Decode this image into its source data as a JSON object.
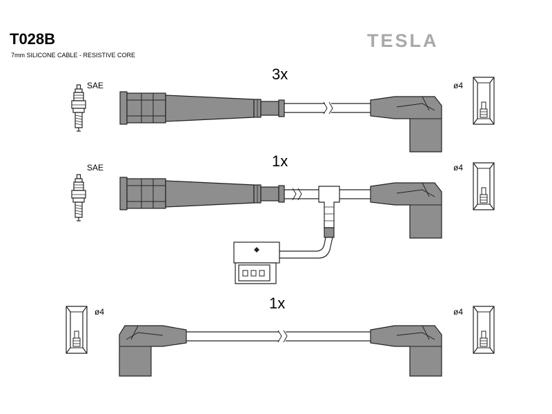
{
  "header": {
    "part_number": "T028B",
    "subtitle": "7mm SILICONE CABLE - RESISTIVE CORE",
    "brand": "TESLA"
  },
  "rows": [
    {
      "quantity": "3x",
      "left_label": "SAE",
      "right_label": "ø4"
    },
    {
      "quantity": "1x",
      "left_label": "SAE",
      "right_label": "ø4"
    },
    {
      "quantity": "1x",
      "left_label": "ø4",
      "right_label": "ø4"
    }
  ],
  "colors": {
    "part_fill": "#8e8e8e",
    "line": "#2a2a2a",
    "brand_gray": "#a9a9a9"
  },
  "icons": [
    "spark-plug-icon",
    "terminal-cap-icon",
    "sensor-connector-icon"
  ]
}
